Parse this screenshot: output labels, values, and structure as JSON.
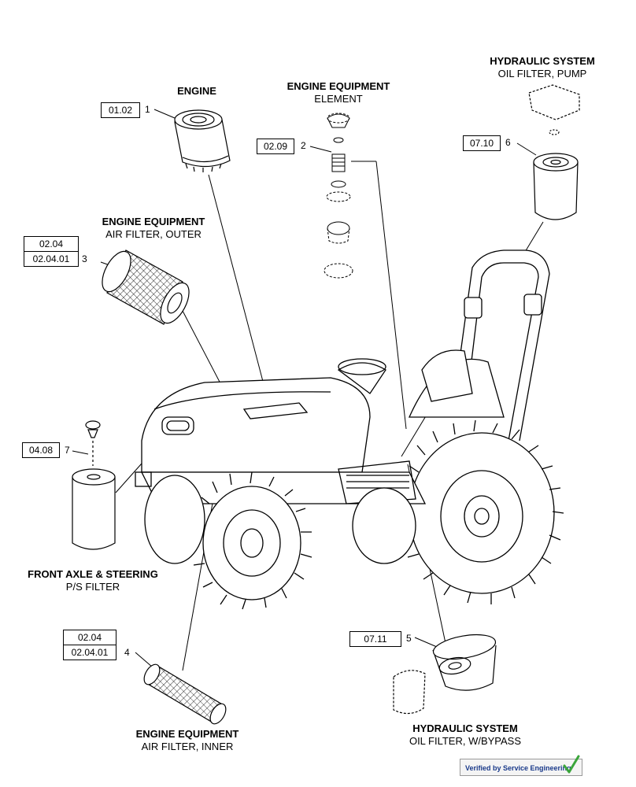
{
  "callouts": [
    {
      "id": "engine",
      "num": "1",
      "refs": [
        "01.02"
      ],
      "title": "ENGINE",
      "subtitle": ""
    },
    {
      "id": "engine-element",
      "num": "2",
      "refs": [
        "02.09"
      ],
      "title": "ENGINE EQUIPMENT",
      "subtitle": "ELEMENT"
    },
    {
      "id": "air-outer",
      "num": "3",
      "refs": [
        "02.04",
        "02.04.01"
      ],
      "title": "ENGINE EQUIPMENT",
      "subtitle": "AIR FILTER, OUTER"
    },
    {
      "id": "air-inner",
      "num": "4",
      "refs": [
        "02.04",
        "02.04.01"
      ],
      "title": "ENGINE EQUIPMENT",
      "subtitle": "AIR FILTER, INNER"
    },
    {
      "id": "hyd-bypass",
      "num": "5",
      "refs": [
        "07.11"
      ],
      "title": "HYDRAULIC SYSTEM",
      "subtitle": "OIL FILTER, W/BYPASS"
    },
    {
      "id": "hyd-pump",
      "num": "6",
      "refs": [
        "07.10"
      ],
      "title": "HYDRAULIC SYSTEM",
      "subtitle": "OIL FILTER, PUMP"
    },
    {
      "id": "ps-filter",
      "num": "7",
      "refs": [
        "04.08"
      ],
      "title": "FRONT AXLE & STEERING",
      "subtitle": "P/S FILTER"
    }
  ],
  "badge": {
    "label": "Verified by Service Engineering",
    "icon": "checkmark-icon",
    "check_color": "#3aa53a"
  }
}
